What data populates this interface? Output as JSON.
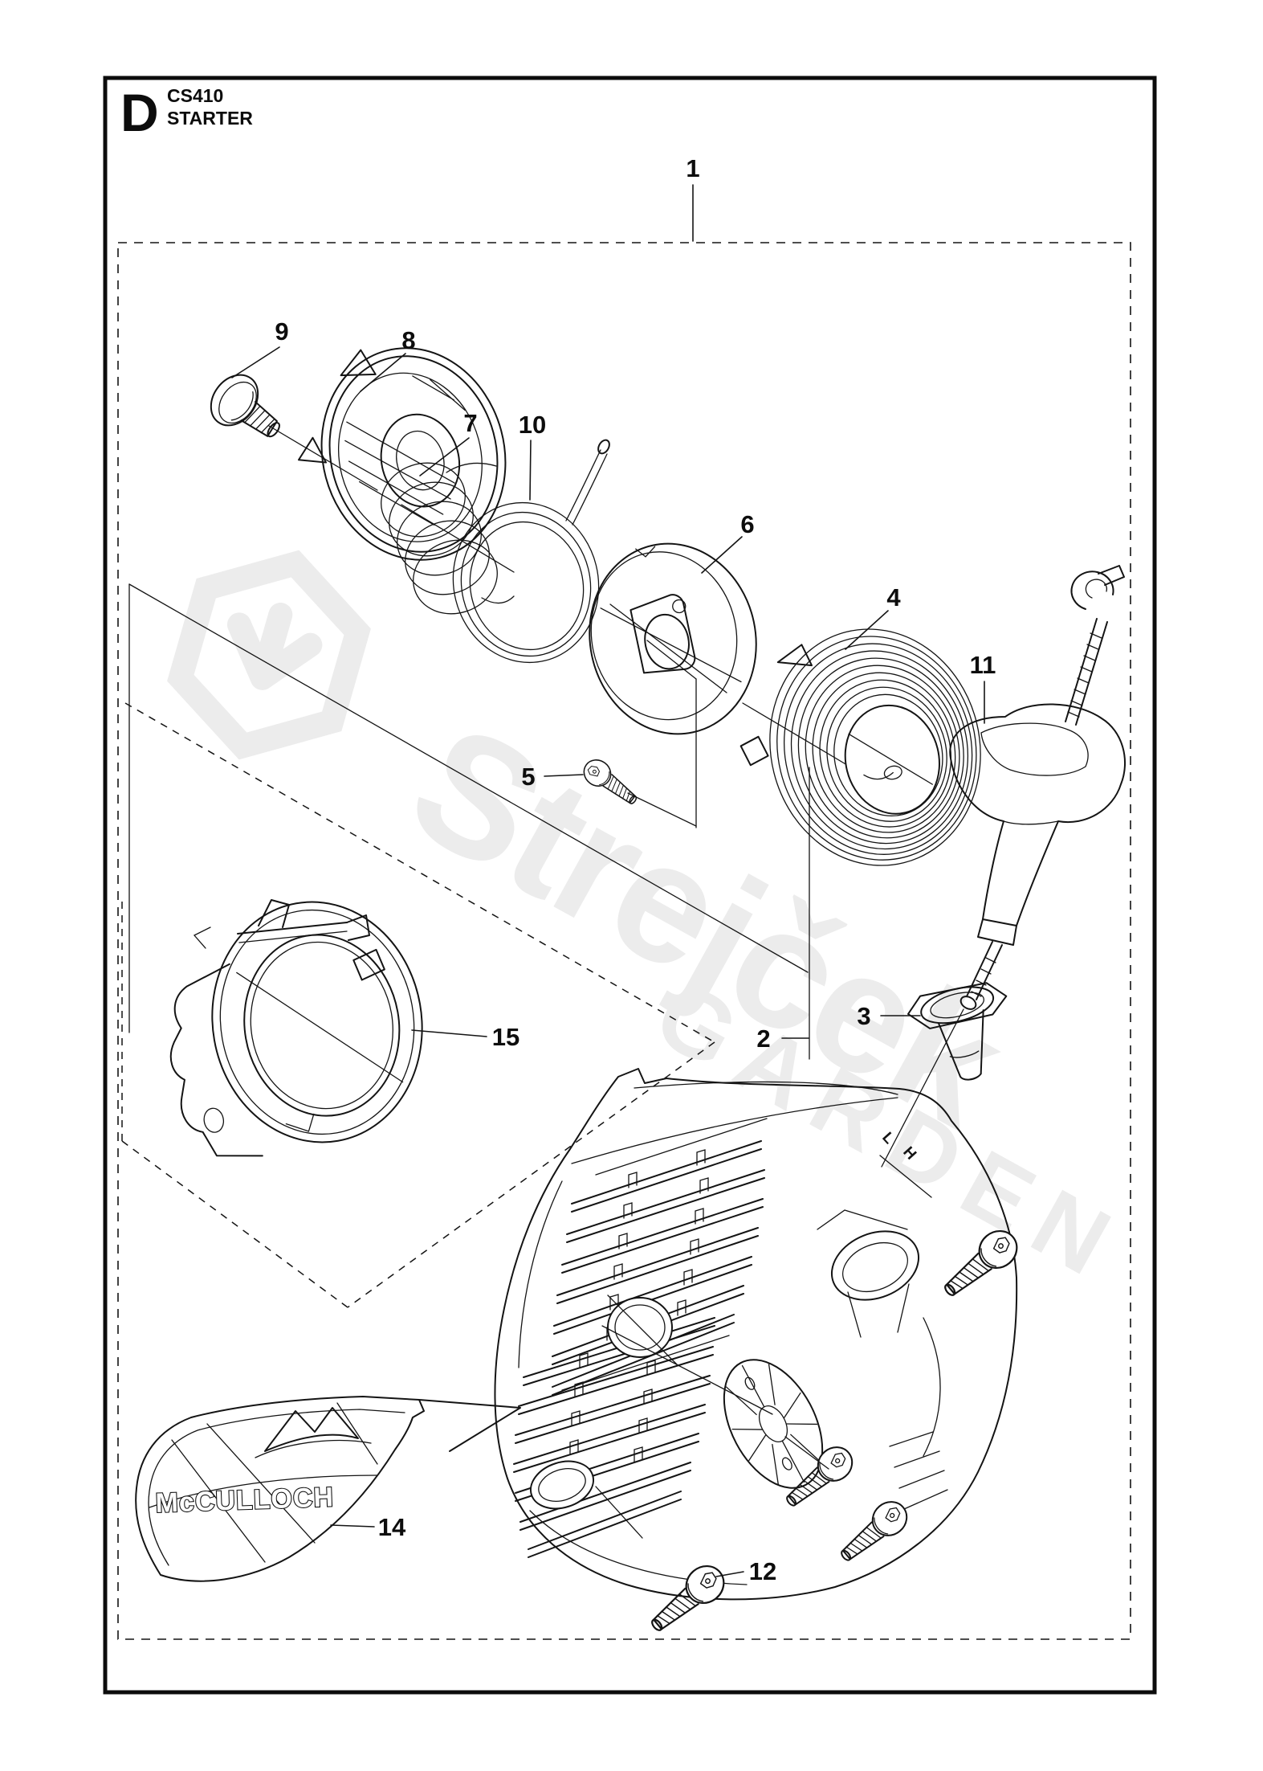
{
  "header": {
    "section_letter": "D",
    "model": "CS410",
    "section_title": "STARTER"
  },
  "watermark": {
    "brand": "Strejček",
    "subtitle": "GARDEN",
    "logo": "hexagon-arrow-logo",
    "color": "#ececec"
  },
  "diagram": {
    "type": "exploded-parts-diagram",
    "assembly": "starter",
    "mcculloch_label": "McCULLOCH",
    "lh_marks": {
      "l": "L",
      "h": "H"
    },
    "callouts": {
      "c1": "1",
      "c2": "2",
      "c3": "3",
      "c4": "4",
      "c5": "5",
      "c6": "6",
      "c7": "7",
      "c8": "8",
      "c9": "9",
      "c10": "10",
      "c11": "11",
      "c12": "12",
      "c14": "14",
      "c15": "15"
    }
  },
  "colors": {
    "line": "#141414",
    "background": "#ffffff",
    "watermark": "#ececec"
  }
}
